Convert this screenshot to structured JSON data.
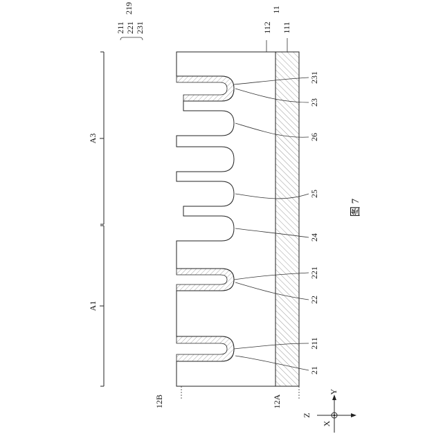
{
  "figure": {
    "caption": "图 7"
  },
  "legend": {
    "group_label": "219",
    "members": [
      "211",
      "221",
      "231"
    ],
    "substrate_label": "11",
    "substrate_members": [
      "112",
      "111"
    ]
  },
  "regions": {
    "a1": "A1",
    "a3": "A3"
  },
  "fins": [
    "21",
    "22",
    "24",
    "25",
    "26",
    "23"
  ],
  "liner_labels": [
    "211",
    "221",
    "231"
  ],
  "surfaces": {
    "top": "12B",
    "bottom": "12A"
  },
  "axes": {
    "x": "X",
    "y": "Y",
    "z": "Z"
  }
}
